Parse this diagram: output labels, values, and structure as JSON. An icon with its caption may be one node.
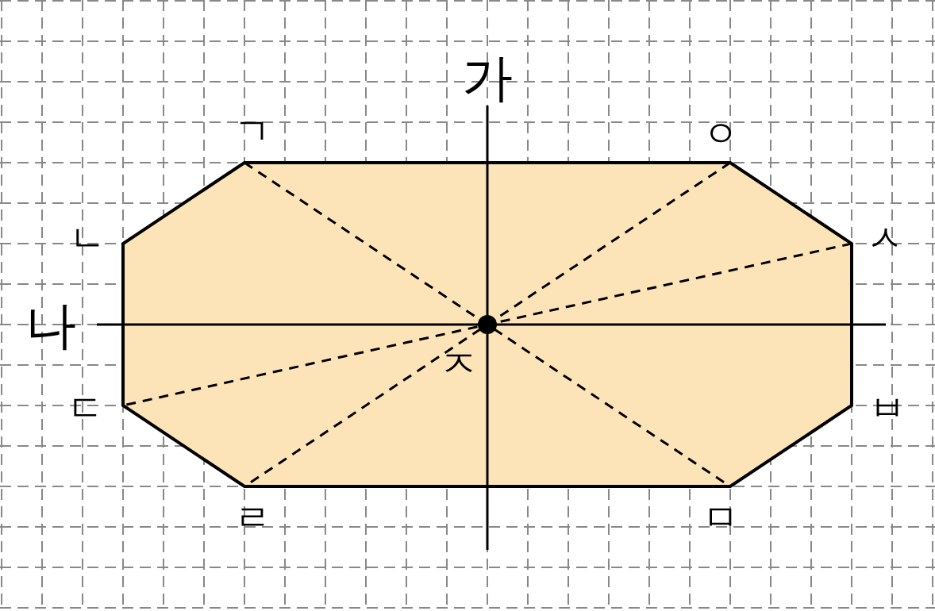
{
  "diagram": {
    "nodes": [
      {
        "text": [],
        "shape": "octagon"
      }
    ],
    "labels": [
      "가",
      "ㄱ",
      "ㅇ",
      "ㄴ",
      "ㅅ",
      "나",
      "ㅈ",
      "ㄷ",
      "ㅂ",
      "ㄹ",
      "ㅁ"
    ]
  }
}
